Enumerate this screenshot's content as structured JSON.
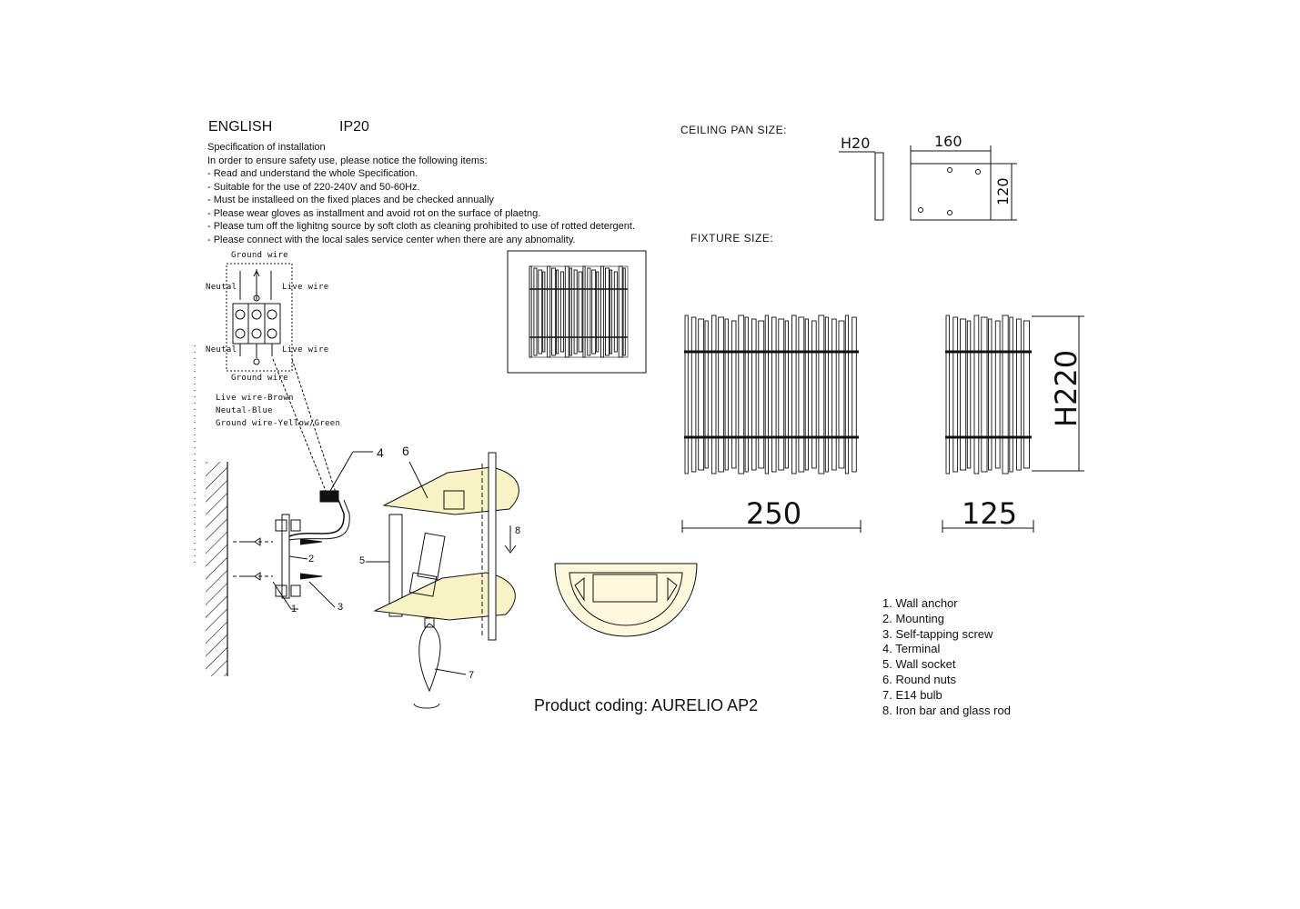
{
  "header": {
    "language": "ENGLISH",
    "ip_rating": "IP20",
    "ceiling_pan_label": "CEILING PAN  SIZE:",
    "fixture_label": "FIXTURE SIZE:"
  },
  "spec": {
    "title": "Specification of installation",
    "intro": "In order to ensure safety use, please notice the following items:",
    "items": [
      "- Read and understand the whole Specification.",
      "- Suitable for the use of 220-240V and 50-60Hz.",
      "- Must be installeed on the fixed places and be checked annually",
      "- Please wear gloves as installment and avoid rot on the surface of plaetng.",
      "- Please tum off the lighitng source by soft cloth as cleaning prohibited to use of rotted detergent.",
      "- Please connect with the local sales service center when there are any abnomality."
    ]
  },
  "wiring": {
    "ground_top": "Ground wire",
    "neutral_top": "Neutal",
    "live_top": "Live wire",
    "neutral_bottom": "Neutal",
    "live_bottom": "Live wire",
    "ground_bottom": "Ground wire",
    "color_live": "Live wire-Brown",
    "color_neutral": "Neutal-Blue",
    "color_ground": "Ground wire-Yellow/Green"
  },
  "callouts": {
    "n1": "1",
    "n2": "2",
    "n3": "3",
    "n4": "4",
    "n5": "5",
    "n6": "6",
    "n7": "7",
    "n8": "8"
  },
  "ceiling_pan": {
    "height": "H20",
    "width": "160",
    "depth": "120"
  },
  "fixture": {
    "width": "250",
    "depth": "125",
    "height": "H220"
  },
  "legend": [
    "1. Wall anchor",
    "2. Mounting",
    "3. Self-tapping screw",
    "4. Terminal",
    "5. Wall socket",
    "6. Round nuts",
    "7. E14 bulb",
    "8. Iron bar and glass rod"
  ],
  "product_coding": "Product coding: AURELIO AP2",
  "colors": {
    "line": "#111111",
    "highlight": "#f2ec9a"
  }
}
